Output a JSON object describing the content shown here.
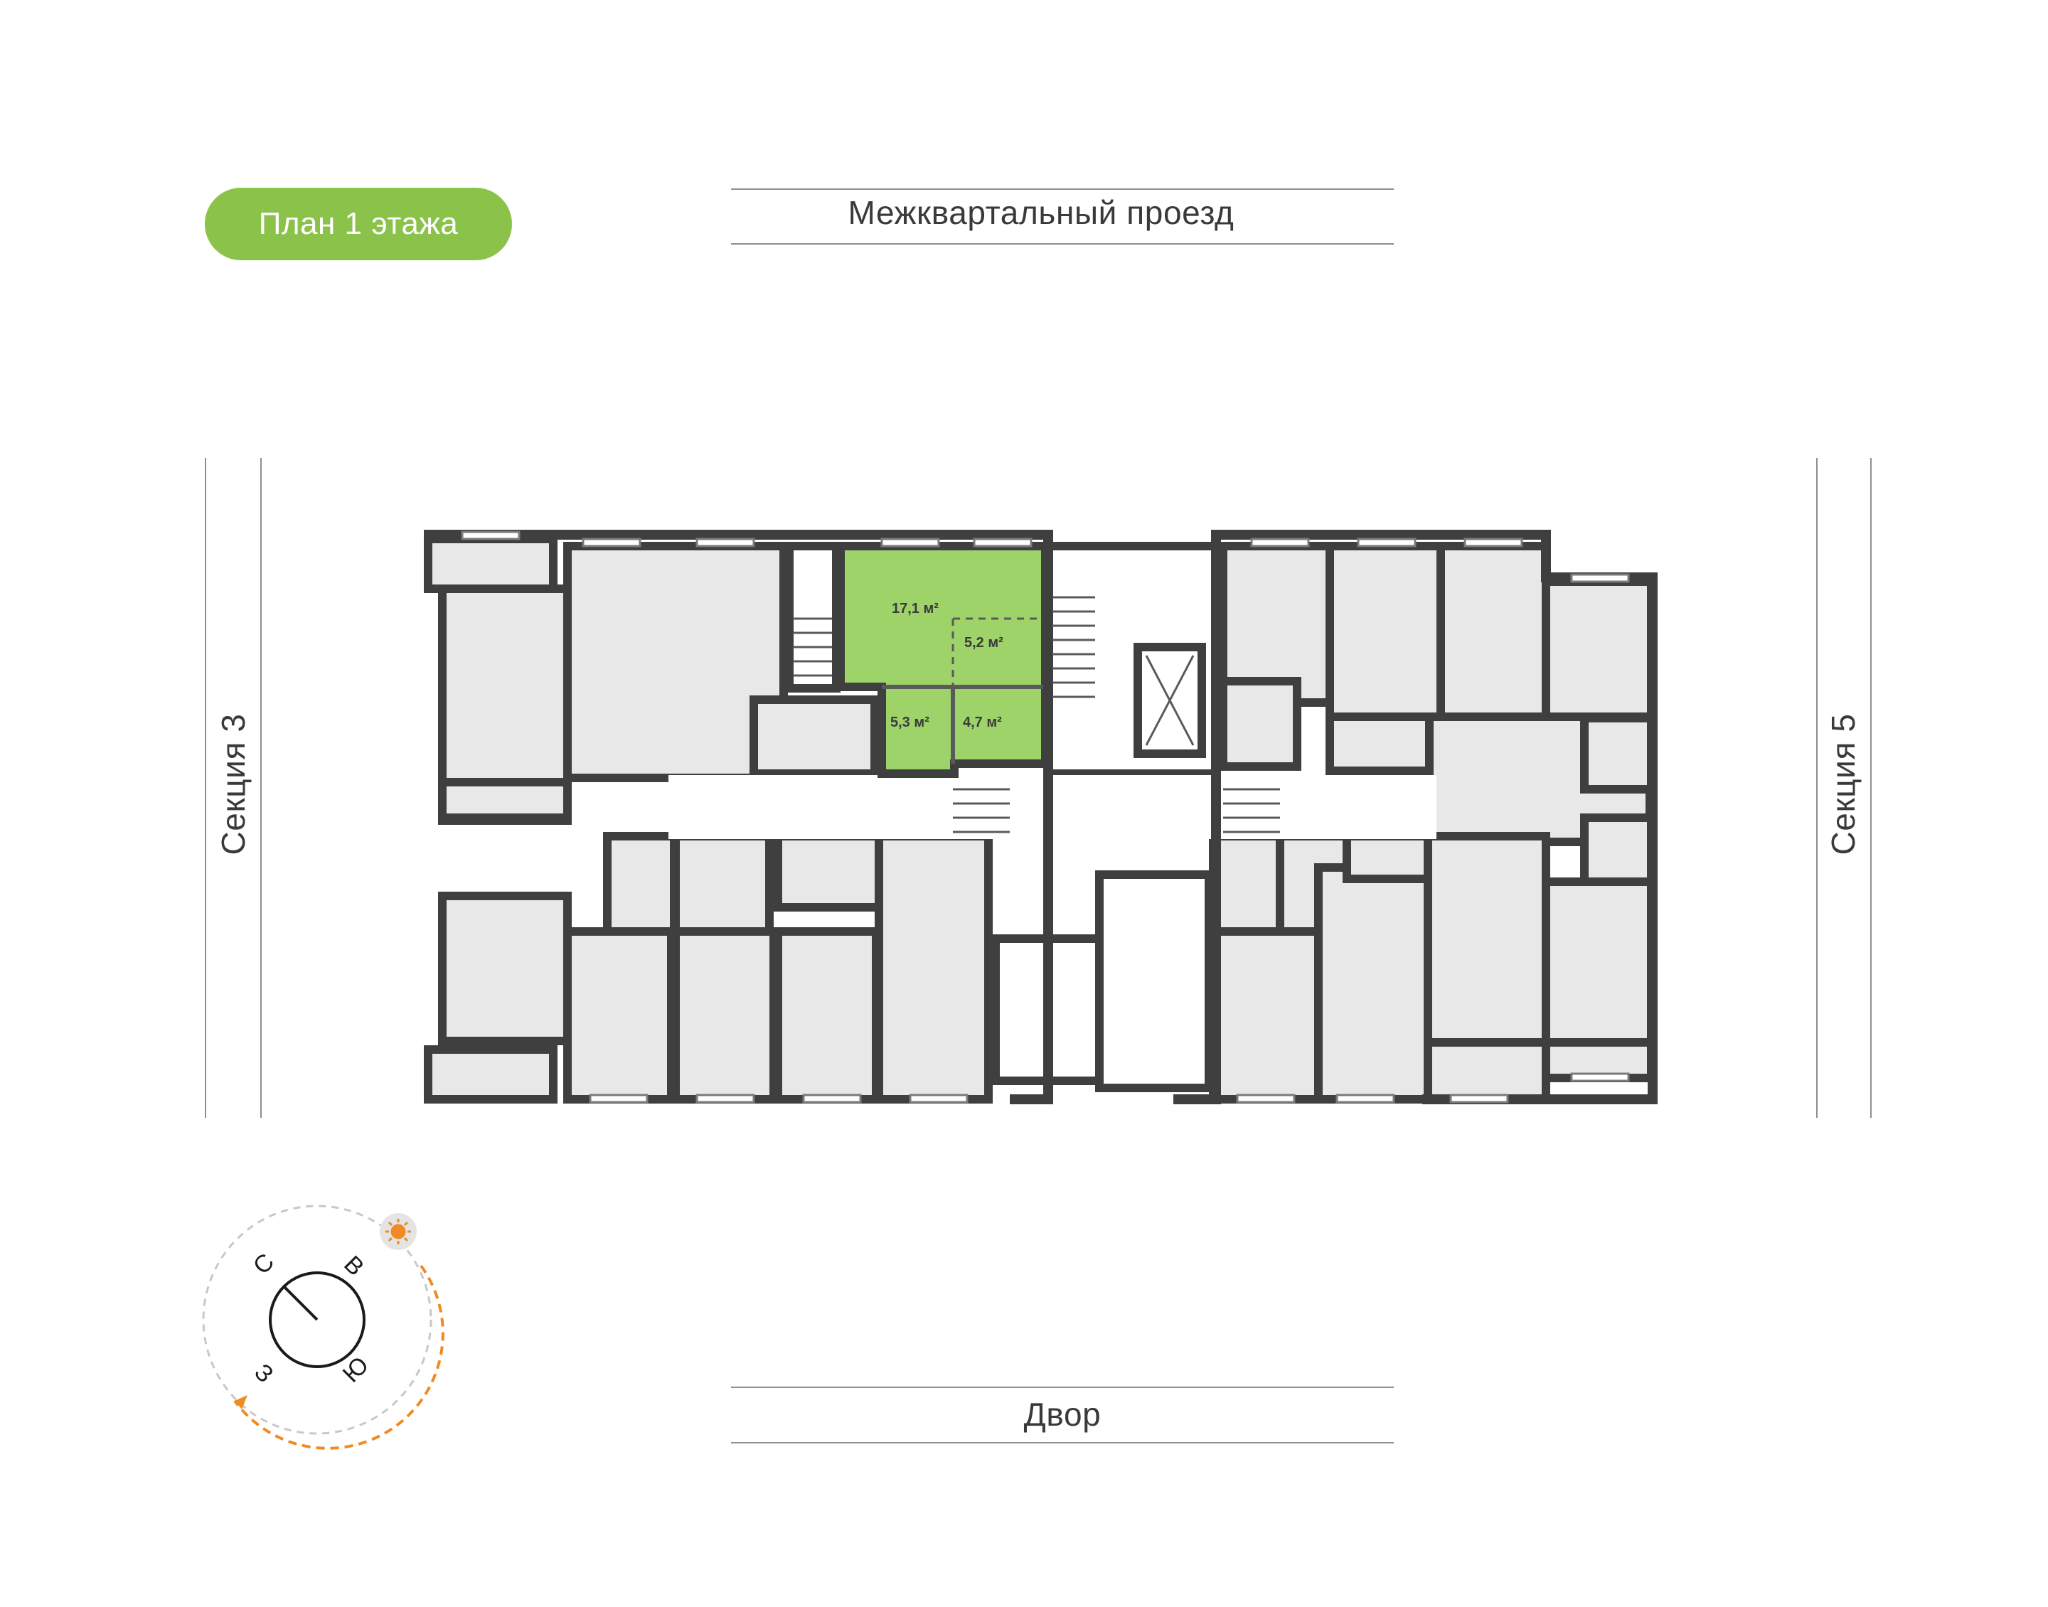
{
  "header": {
    "badge": "План 1 этажа"
  },
  "streets": {
    "top": "Межквартальный проезд",
    "bottom": "Двор",
    "left": "Секция 3",
    "right": "Секция 5"
  },
  "apartment": {
    "highlight_color": "#9ED36A",
    "rooms": [
      {
        "label": "17,1 м²"
      },
      {
        "label": "5,2 м²"
      },
      {
        "label": "5,3 м²"
      },
      {
        "label": "4,7 м²"
      }
    ]
  },
  "compass": {
    "labels": {
      "north": "С",
      "east": "В",
      "south": "Ю",
      "west": "З"
    },
    "sun_icon": "sun-icon",
    "arrow_color": "#F08A24"
  },
  "colors": {
    "accent": "#8BC34A",
    "wall": "#3f3f3f",
    "room_fill": "#e8e8e8",
    "common_fill": "#ffffff"
  }
}
